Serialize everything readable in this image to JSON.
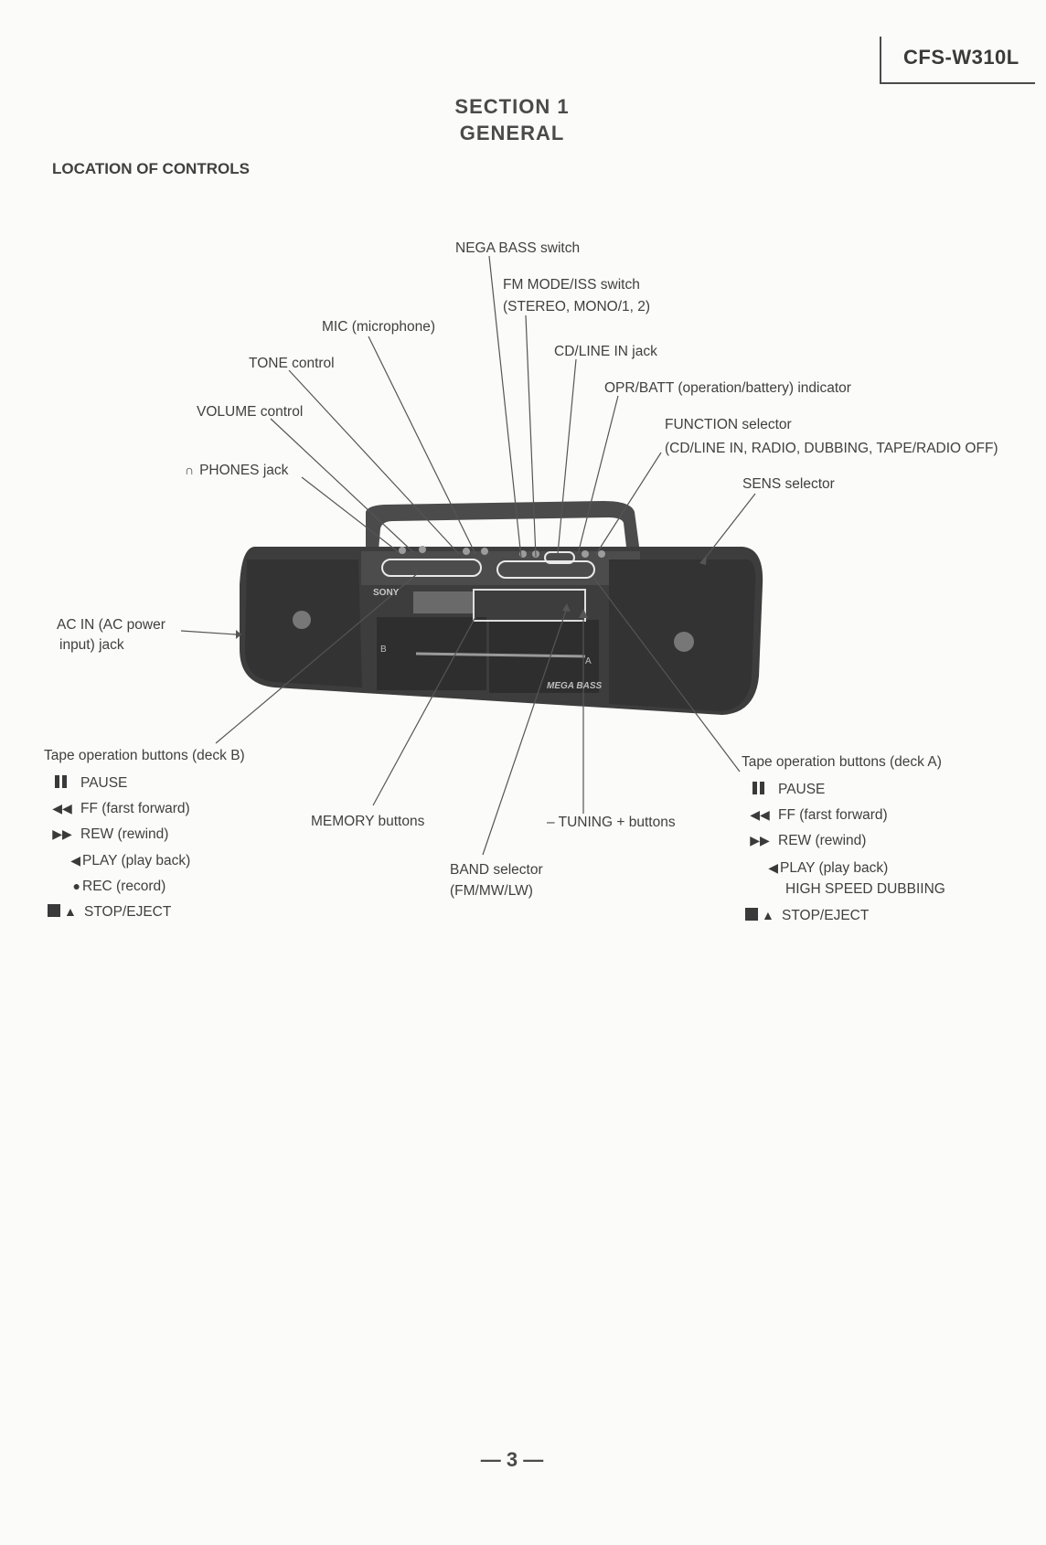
{
  "header": {
    "model": "CFS-W310L"
  },
  "section": {
    "line1": "SECTION 1",
    "line2": "GENERAL"
  },
  "subheading": "LOCATION OF CONTROLS",
  "labels": {
    "nega_bass": "NEGA BASS switch",
    "fm_mode_1": "FM MODE/ISS switch",
    "fm_mode_2": "(STEREO, MONO/1, 2)",
    "mic": "MIC (microphone)",
    "cd_line": "CD/LINE IN jack",
    "tone": "TONE control",
    "opr_batt": "OPR/BATT (operation/battery) indicator",
    "volume": "VOLUME control",
    "function_1": "FUNCTION selector",
    "function_2": "(CD/LINE IN, RADIO, DUBBING, TAPE/RADIO OFF)",
    "phones": "PHONES jack",
    "sens": "SENS selector",
    "ac_in_1": "AC IN (AC power",
    "ac_in_2": "input) jack",
    "memory": "MEMORY buttons",
    "tuning": "– TUNING + buttons",
    "band_1": "BAND selector",
    "band_2": "(FM/MW/LW)"
  },
  "deck_b": {
    "title": "Tape operation buttons (deck B)",
    "items": [
      {
        "icon": "pause-icon",
        "label": "PAUSE"
      },
      {
        "icon": "fast-forward-icon",
        "label": "FF (farst forward)"
      },
      {
        "icon": "rewind-icon",
        "label": "REW (rewind)"
      },
      {
        "icon": "play-back-icon",
        "label": "PLAY (play back)"
      },
      {
        "icon": "record-icon",
        "label": "REC (record)"
      },
      {
        "icon": "stop-eject-icon",
        "label": "STOP/EJECT"
      }
    ]
  },
  "deck_a": {
    "title": "Tape operation buttons (deck A)",
    "items": [
      {
        "icon": "pause-icon",
        "label": "PAUSE"
      },
      {
        "icon": "fast-forward-icon",
        "label": "FF (farst forward)"
      },
      {
        "icon": "rewind-icon",
        "label": "REW (rewind)"
      },
      {
        "icon": "play-back-icon",
        "label": "PLAY (play back)"
      },
      {
        "icon": "",
        "label": "HIGH SPEED DUBBIING"
      },
      {
        "icon": "stop-eject-icon",
        "label": "STOP/EJECT"
      }
    ]
  },
  "device": {
    "brand": "SONY",
    "badge": "MEGA BASS",
    "deck_label_b": "B",
    "deck_label_a": "A"
  },
  "footer": {
    "page": "— 3 —"
  }
}
